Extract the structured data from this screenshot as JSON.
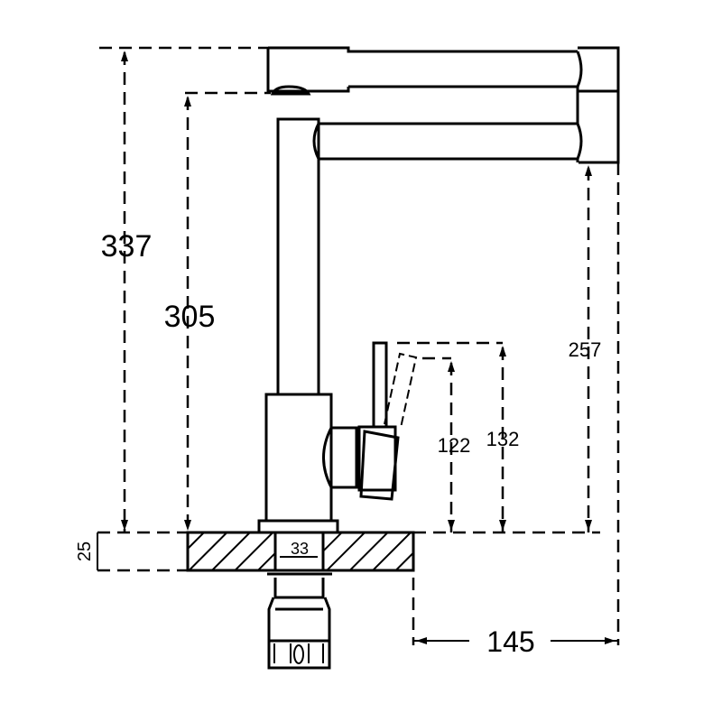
{
  "drawing": {
    "title": "Kitchen faucet dimension drawing",
    "dimensions": {
      "total_height": "337",
      "spout_height": "305",
      "spout_inner_height": "257",
      "handle_height_low": "122",
      "handle_height_high": "132",
      "counter_thickness": "25",
      "mount_hole_diameter": "33",
      "spout_reach": "145"
    },
    "colors": {
      "line": "#000000",
      "background": "#ffffff"
    }
  }
}
